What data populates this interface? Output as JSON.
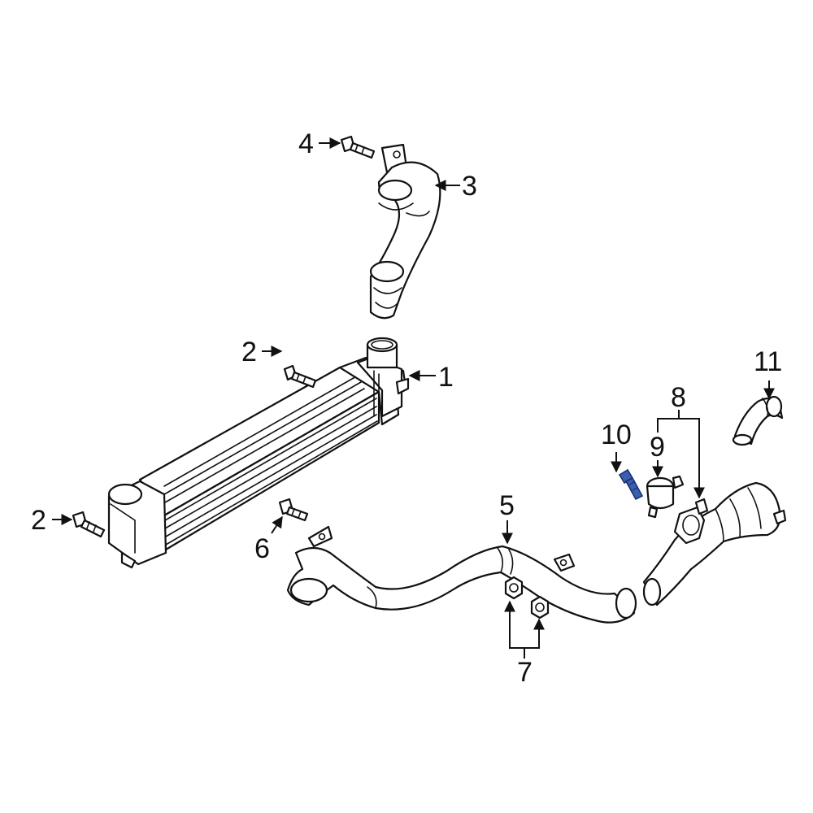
{
  "callouts": {
    "c1": "1",
    "c2a": "2",
    "c2b": "2",
    "c3": "3",
    "c4": "4",
    "c5": "5",
    "c6": "6",
    "c7": "7",
    "c8": "8",
    "c9": "9",
    "c10": "10",
    "c11": "11"
  },
  "colors": {
    "line": "#111111",
    "highlight": "#3a5fb0",
    "background": "#ffffff"
  },
  "highlighted_part": "10"
}
